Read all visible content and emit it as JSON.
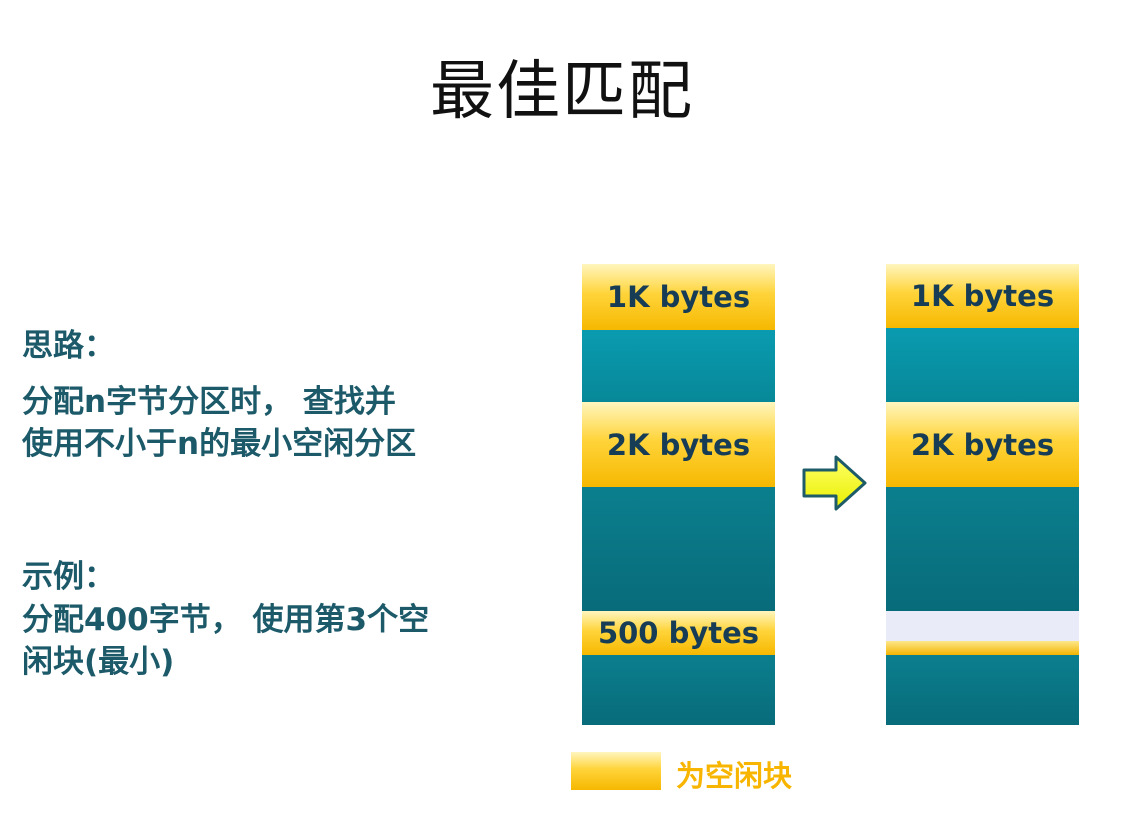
{
  "title": "最佳匹配",
  "idea": {
    "heading": "思路：",
    "line1": "分配n字节分区时，  查找并",
    "line2": "使用不小于n的最小空闲分区"
  },
  "example": {
    "heading": "示例：",
    "line1": "分配400字节，  使用第3个空",
    "line2": "闲块(最小)"
  },
  "before": {
    "blocks": [
      "1K bytes",
      "2K bytes",
      "500 bytes"
    ]
  },
  "after": {
    "blocks": [
      "1K bytes",
      "2K bytes"
    ]
  },
  "legend": {
    "label": "为空闲块",
    "color": "#f7b500"
  },
  "colors": {
    "free": "#ffd43a",
    "used": "#07808f",
    "allocated": "#e9ecf8",
    "text": "#1c5a6a"
  }
}
